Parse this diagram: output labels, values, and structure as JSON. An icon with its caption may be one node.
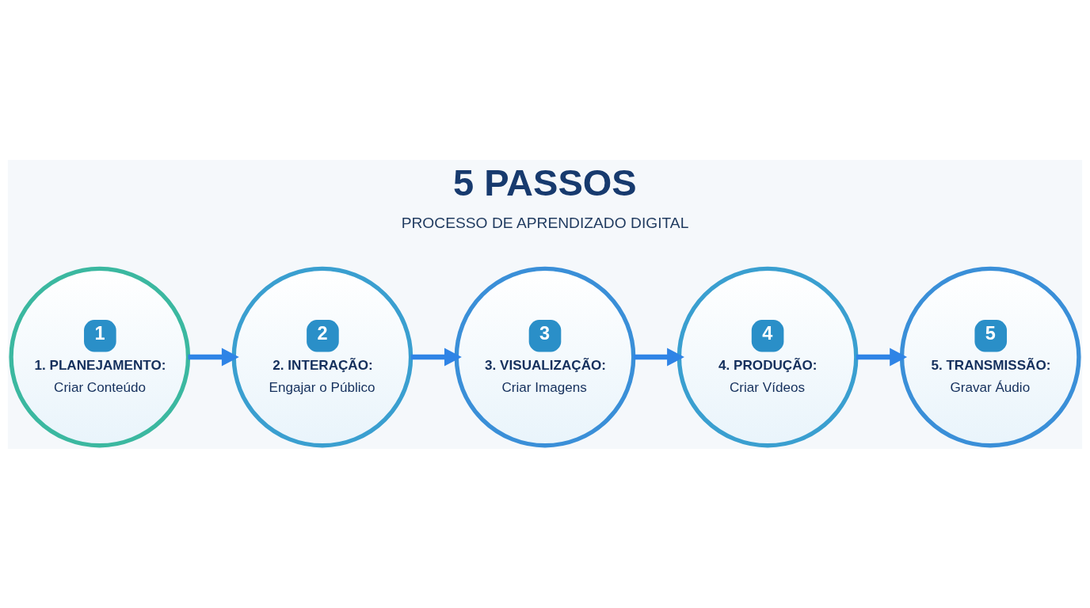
{
  "diagram": {
    "title": "5 PASSOS",
    "nodes": [
      {
        "text": [
          "1",
          "1. PLANEJAMENTO:",
          "Criar Conteúdo"
        ]
      },
      {
        "text": [
          "2",
          "2. INTERAÇÃO:",
          "Engajar o Público"
        ]
      },
      {
        "text": [
          "3",
          "3. VISUALIZAÇÃO:",
          "Criar Imagens"
        ]
      },
      {
        "text": [
          "4",
          "4. PRODUÇÃO:",
          "Criar Vídeos"
        ]
      },
      {
        "text": [
          "5",
          "5. TRANSMISSÃO:",
          "Gravar Áudio"
        ]
      }
    ],
    "edges": [
      {
        "from": 0,
        "to": 1,
        "arrow": "to"
      },
      {
        "from": 1,
        "to": 2,
        "arrow": "to"
      },
      {
        "from": 2,
        "to": 3,
        "arrow": "to"
      },
      {
        "from": 3,
        "to": 4,
        "arrow": "to"
      }
    ],
    "labels": [
      "PROCESSO DE APRENDIZADO DIGITAL"
    ]
  }
}
